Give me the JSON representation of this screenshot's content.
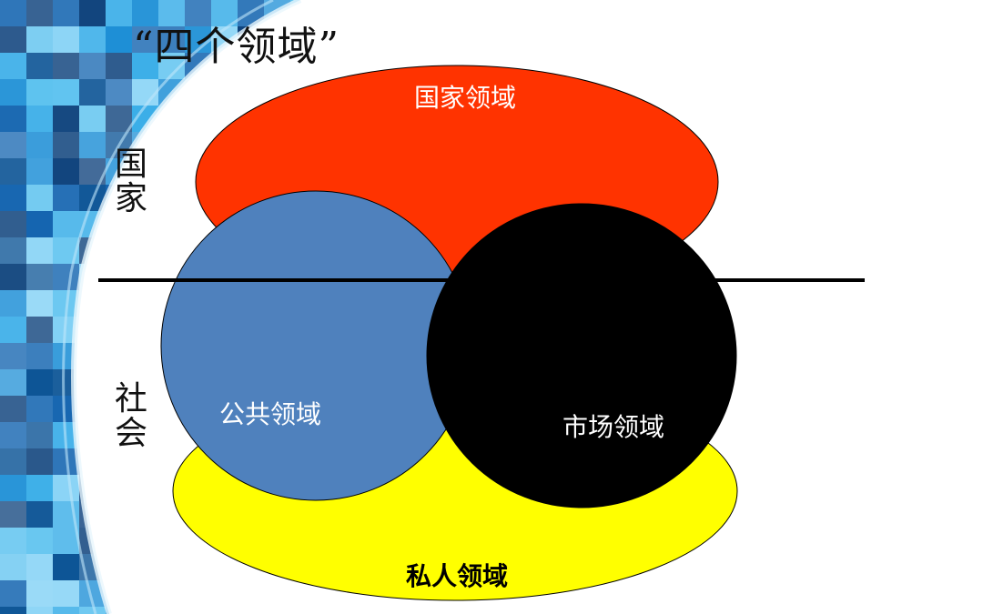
{
  "slide": {
    "title": "“四个领域”"
  },
  "axis_labels": {
    "state": [
      "国",
      "家"
    ],
    "society": [
      "社",
      "会"
    ]
  },
  "regions": {
    "state_domain": {
      "label": "国家领域",
      "color": "#ff3300"
    },
    "public_domain": {
      "label": "公共领域",
      "color": "#4f81bd"
    },
    "market_domain": {
      "label": "市场领域",
      "color": "#000000"
    },
    "private_domain": {
      "label": "私人领域",
      "color": "#ffff00"
    }
  },
  "divider": {
    "color": "#000000"
  },
  "theme": {
    "accent_blue": "#1e8fd6",
    "dark_blue": "#0a3f7a",
    "light_blue": "#7fd0f5"
  }
}
